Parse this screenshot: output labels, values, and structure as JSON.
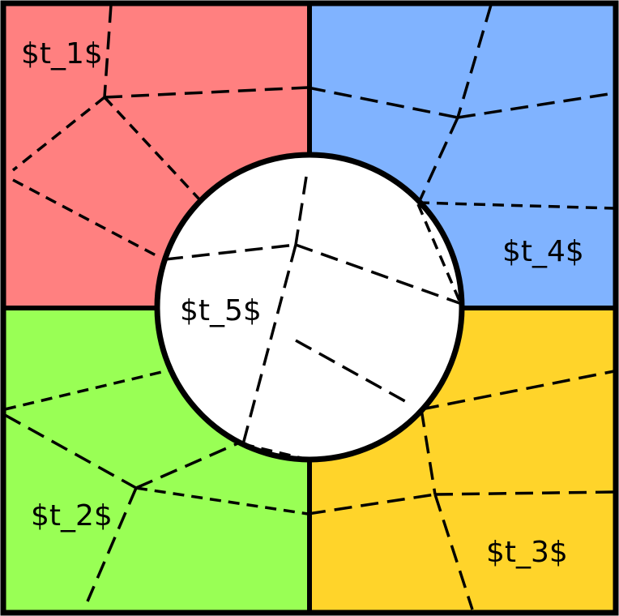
{
  "diagram": {
    "colors": {
      "region_t1": "#ff8080",
      "region_t2": "#99ff55",
      "region_t3": "#ffd42a",
      "region_t4": "#80b3ff",
      "region_t5": "#ffffff",
      "lines": "#000000"
    },
    "labels": {
      "t1": "$t_1$",
      "t2": "$t_2$",
      "t3": "$t_3$",
      "t4": "$t_4$",
      "t5": "$t_5$"
    }
  }
}
